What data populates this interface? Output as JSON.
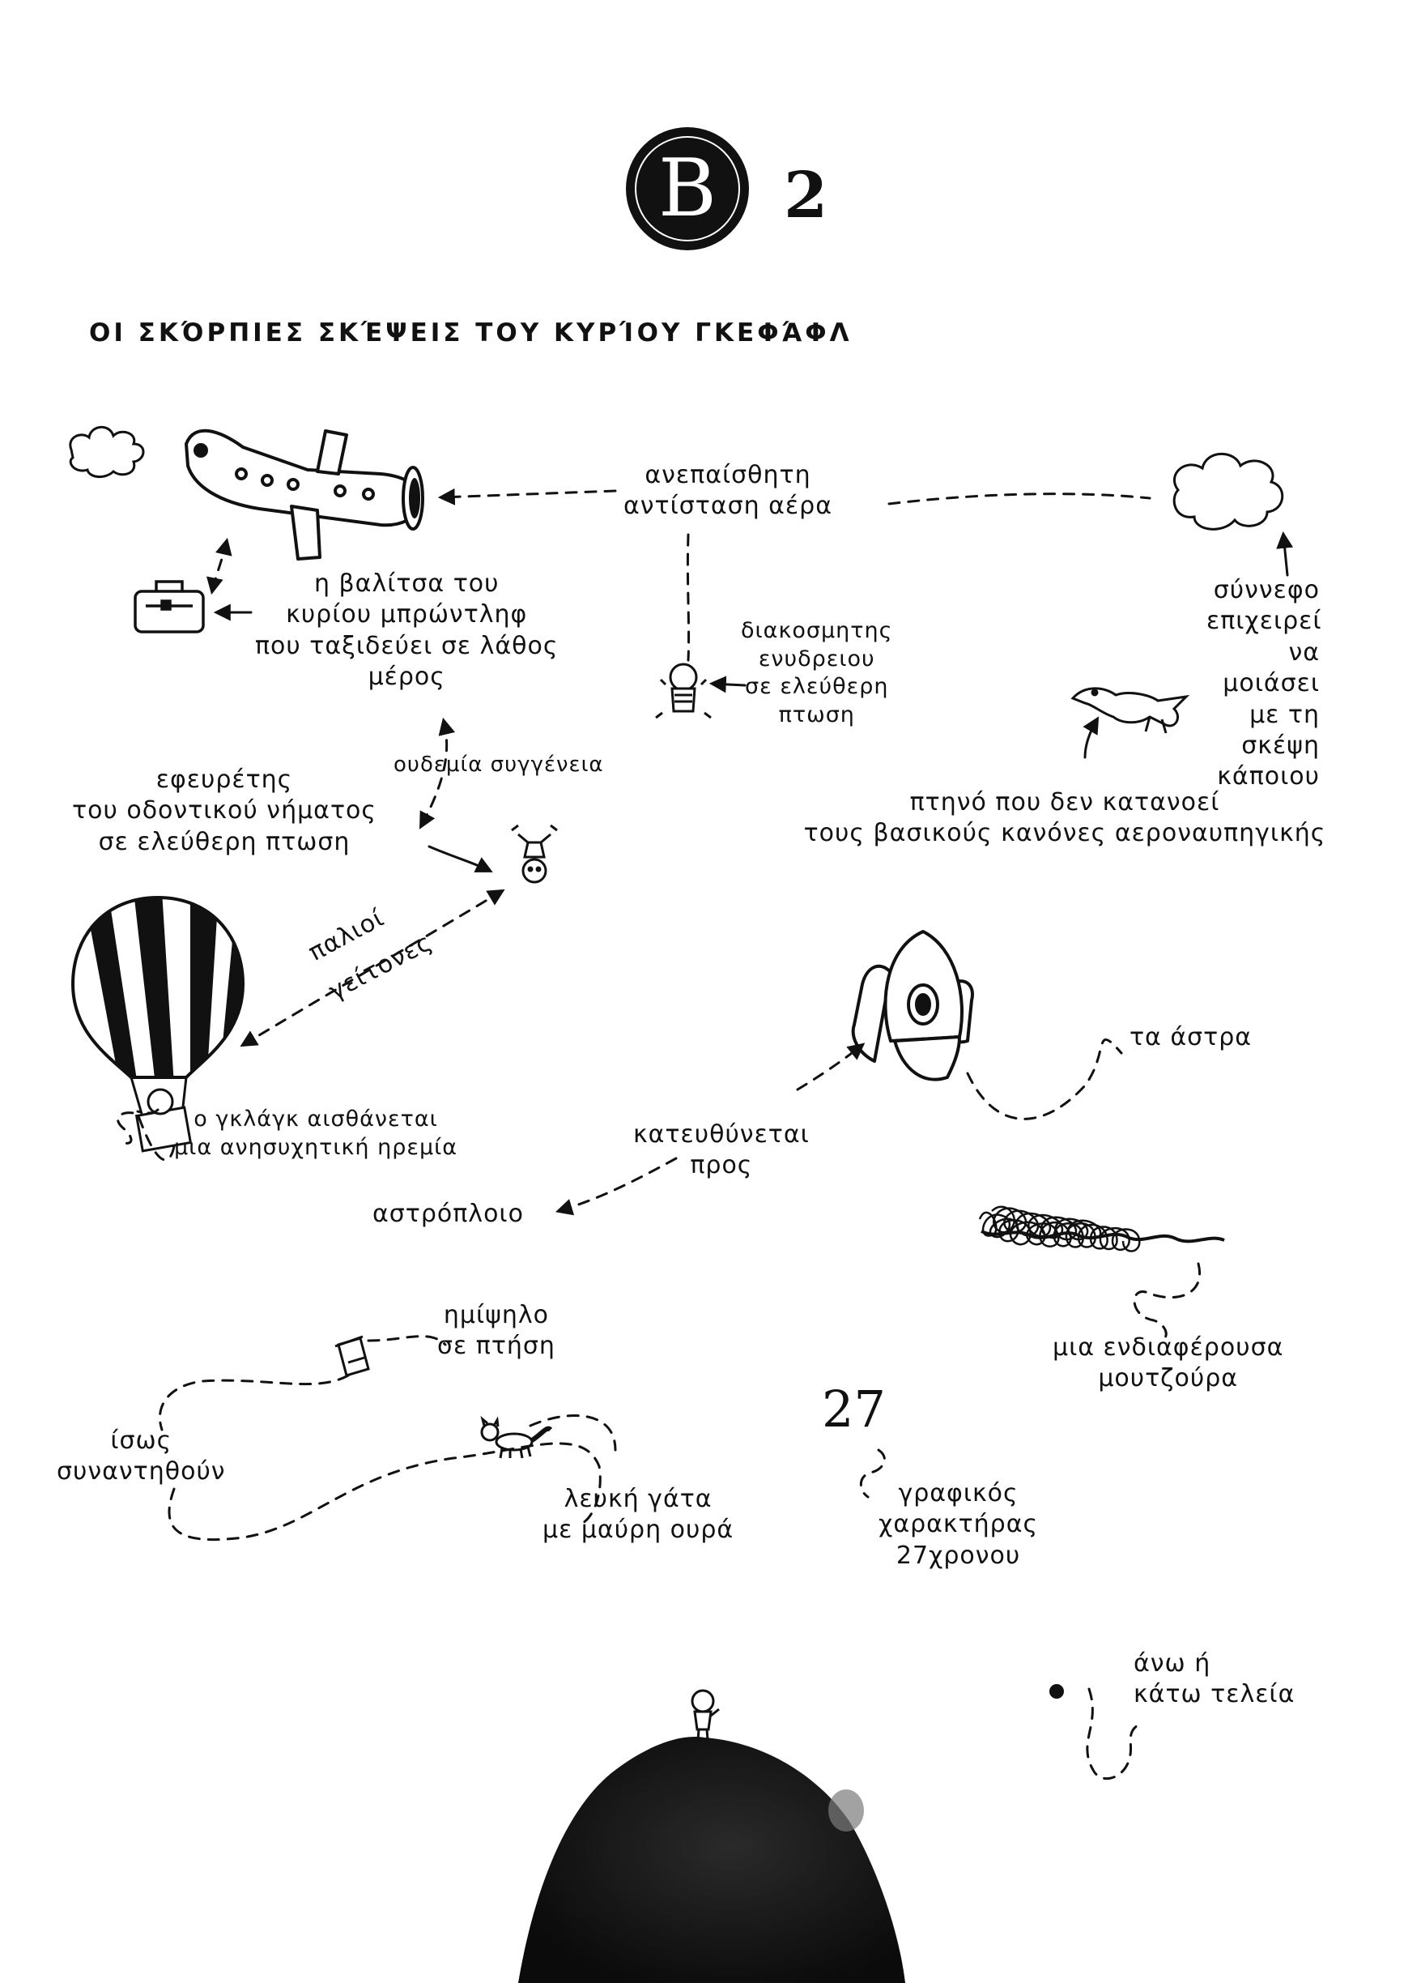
{
  "header": {
    "badge_letter": "B",
    "badge_number": "2",
    "title": "ΟΙ ΣΚΌΡΠΙΕΣ ΣΚΈΨΕΙΣ ΤΟΥ ΚΥΡΊΟΥ ΓΚΕΦΆΦΛ"
  },
  "notes": {
    "air_resistance": "ανεπαίσθητη\nαντίσταση αέρα",
    "suitcase": "η βαλίτσα του\nκυρίου μπρώντληφ\nπου ταξιδεύει σε λάθος\nμέρος",
    "fan": "διακοσμητης\nενυδρειου\nσε ελεύθερη\nπτωση",
    "cloud": "σύννεφο\nεπιχειρεί\nνα μοιάσει\nμε τη\nσκέψη\nκάποιου",
    "no_relation": "ουδεμία συγγένεια",
    "inventor": "εφευρέτης\nτου οδοντικού νήματος\nσε ελεύθερη πτωση",
    "bird": "πτηνό που δεν κατανοεί\nτους βασικούς κανόνες αεροναυπηγικής",
    "old_neighbors_1": "παλιοί",
    "old_neighbors_2": "γείτονες",
    "stars": "τα άστρα",
    "glagk": "ο γκλάγκ αισθάνεται\nμια ανησυχητική ηρεμία",
    "heads_to": "κατευθύνεται\nπρος",
    "spaceship": "αστρόπλοιο",
    "doodle": "μια ενδιαφέρουσα\nμουτζούρα",
    "semitone": "ημίψηλο\nσε πτήση",
    "number_27": "27",
    "maybe_meet": "ίσως\nσυναντηθούν",
    "white_cat": "λευκή γάτα\nμε μαύρη ουρά",
    "graphic_char": "γραφικός\nχαρακτήρας\n27χρονου",
    "dot": "άνω ή\nκάτω τελεία"
  }
}
